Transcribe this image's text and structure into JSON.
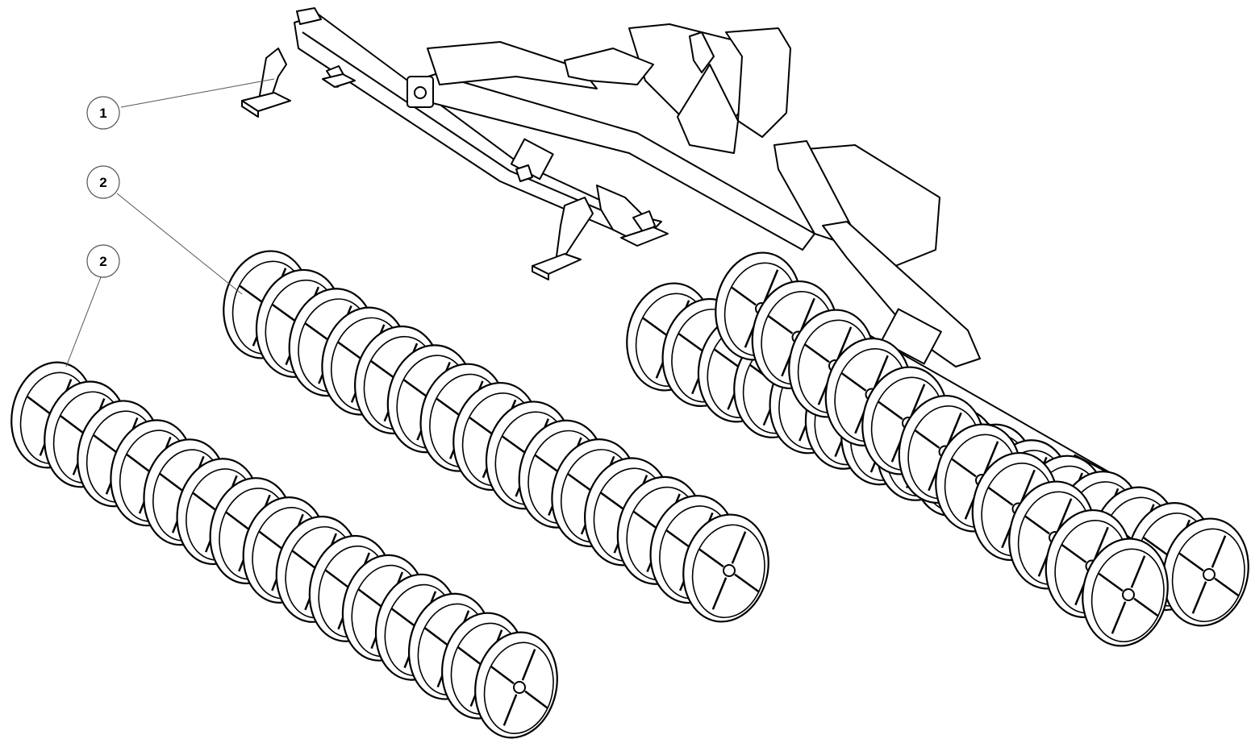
{
  "callouts": [
    {
      "id": "callout-1",
      "label": "1"
    },
    {
      "id": "callout-2-upper",
      "label": "2"
    },
    {
      "id": "callout-2-lower",
      "label": "2"
    }
  ],
  "colors": {
    "line": "#000000",
    "fill": "#ffffff",
    "leader": "#555555"
  }
}
